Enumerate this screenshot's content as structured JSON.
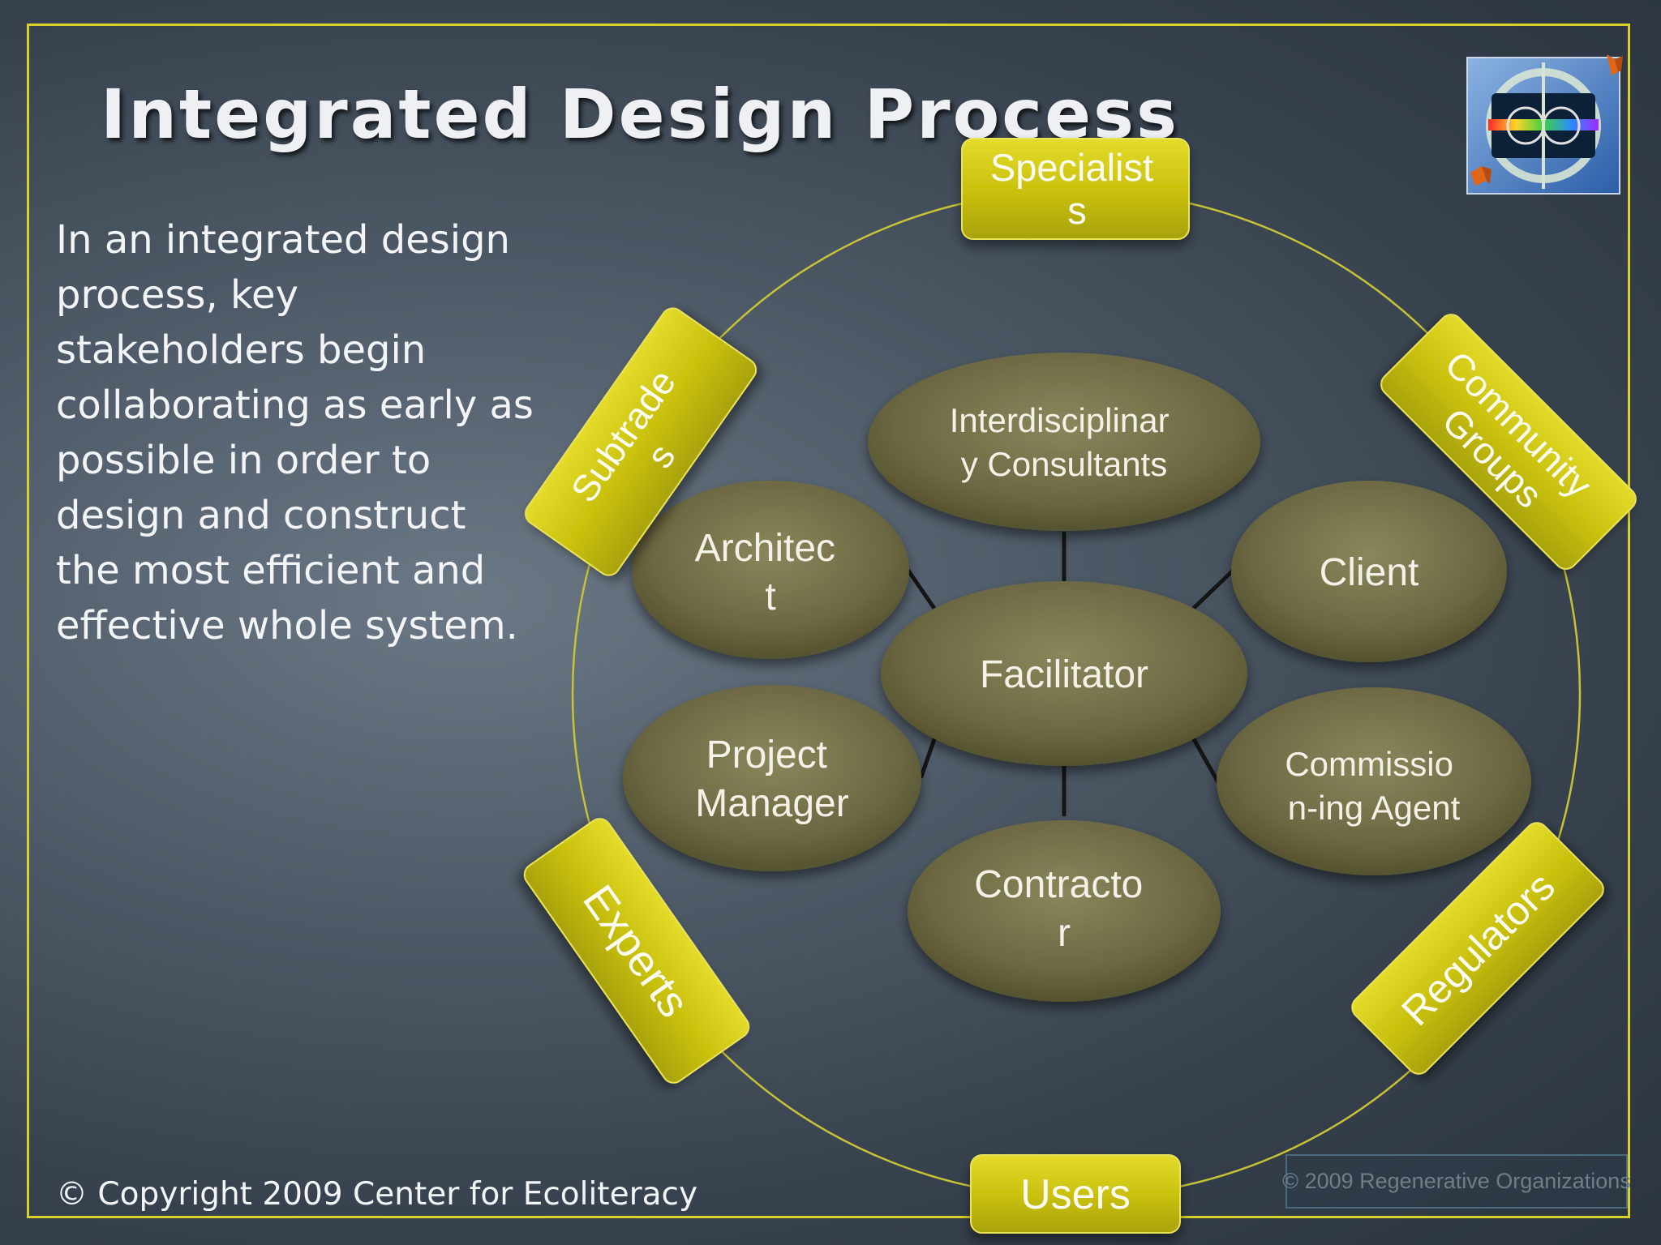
{
  "slide": {
    "title": "Integrated Design Process",
    "body": "In an integrated design process, key stakeholders begin collaborating as early as possible in order to design and construct the most efficient and effective whole system.",
    "copyright": "© Copyright 2009 Center for Ecoliteracy",
    "watermark": "© 2009 Regenerative Organizations"
  },
  "diagram": {
    "center": {
      "line1": "Facilitator"
    },
    "inner_nodes": [
      {
        "id": "consultants",
        "line1": "Interdisciplinar",
        "line2": "y Consultants"
      },
      {
        "id": "client",
        "line1": "Client"
      },
      {
        "id": "commissioning",
        "line1": "Commissio",
        "line2": "n-ing Agent"
      },
      {
        "id": "contractor",
        "line1": "Contracto",
        "line2": "r"
      },
      {
        "id": "project-manager",
        "line1": "Project",
        "line2": "Manager"
      },
      {
        "id": "architect",
        "line1": "Architec",
        "line2": "t"
      }
    ],
    "outer_tags": [
      {
        "id": "specialists",
        "line1": "Specialist",
        "line2": "s"
      },
      {
        "id": "community-groups",
        "line1": "Community",
        "line2": "Groups"
      },
      {
        "id": "regulators",
        "line1": "Regulators"
      },
      {
        "id": "users",
        "line1": "Users"
      },
      {
        "id": "experts",
        "line1": "Experts"
      },
      {
        "id": "subtrades",
        "line1": "Subtrade",
        "line2": "s"
      }
    ]
  },
  "colors": {
    "frame": "#d8d12a",
    "ellipse_fill": "#6f6b45",
    "tag_fill": "#c9c20d",
    "ring": "#c8c236"
  }
}
